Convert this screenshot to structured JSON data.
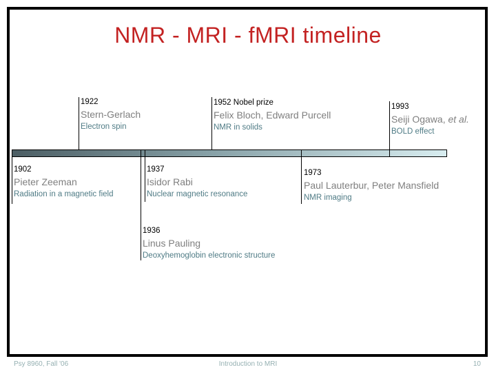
{
  "slide": {
    "title": "NMR - MRI - fMRI timeline"
  },
  "colors": {
    "title_color": "#c32222",
    "year_color": "#000000",
    "name_color": "#7f7f7f",
    "desc_color": "#4f7b85",
    "footer_color": "#95b0b2",
    "line_color": "#000000",
    "bar_start": "#4c5e64",
    "bar_mid": "#86a0a6",
    "bar_end": "#d8edf0"
  },
  "events": [
    {
      "year": "1922",
      "name": "Stern-Gerlach",
      "desc": "Electron spin",
      "position": "above"
    },
    {
      "year": "1952 Nobel prize",
      "name": "Felix Bloch, Edward Purcell",
      "desc": "NMR in solids",
      "position": "above"
    },
    {
      "year": "1993",
      "name": "Seiji Ogawa, ",
      "name_italic": "et al.",
      "desc": "BOLD effect",
      "position": "above"
    },
    {
      "year": "1902",
      "name": "Pieter Zeeman",
      "desc": "Radiation in a magnetic field",
      "position": "below"
    },
    {
      "year": "1937",
      "name": "Isidor Rabi",
      "desc": "Nuclear magnetic resonance",
      "position": "below"
    },
    {
      "year": "1973",
      "name": "Paul Lauterbur, Peter Mansfield",
      "desc": "NMR imaging",
      "position": "below"
    },
    {
      "year": "1936",
      "name": "Linus Pauling",
      "desc": "Deoxyhemoglobin electronic structure",
      "position": "below-far"
    }
  ],
  "footer": {
    "left": "Psy 8960, Fall '06",
    "center": "Introduction to MRI",
    "page": "10"
  }
}
